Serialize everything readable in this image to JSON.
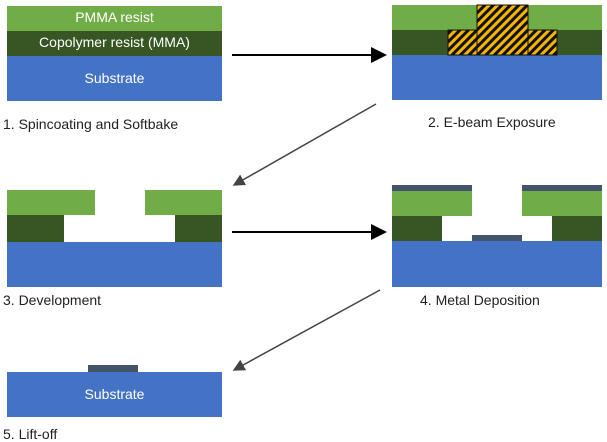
{
  "colors": {
    "pmma": "#70ad47",
    "copolymer": "#375623",
    "substrate": "#4472c4",
    "metal": "#44546a",
    "hatch": "#f4b400",
    "arrow": "#000000"
  },
  "layers": {
    "pmma": "PMMA resist",
    "copolymer": "Copolymer resist (MMA)",
    "substrate": "Substrate"
  },
  "steps": [
    {
      "label": "1. Spincoating and Softbake"
    },
    {
      "label": "2. E-beam Exposure"
    },
    {
      "label": "3. Development"
    },
    {
      "label": "4. Metal Deposition"
    },
    {
      "label": "5. Lift-off"
    }
  ]
}
